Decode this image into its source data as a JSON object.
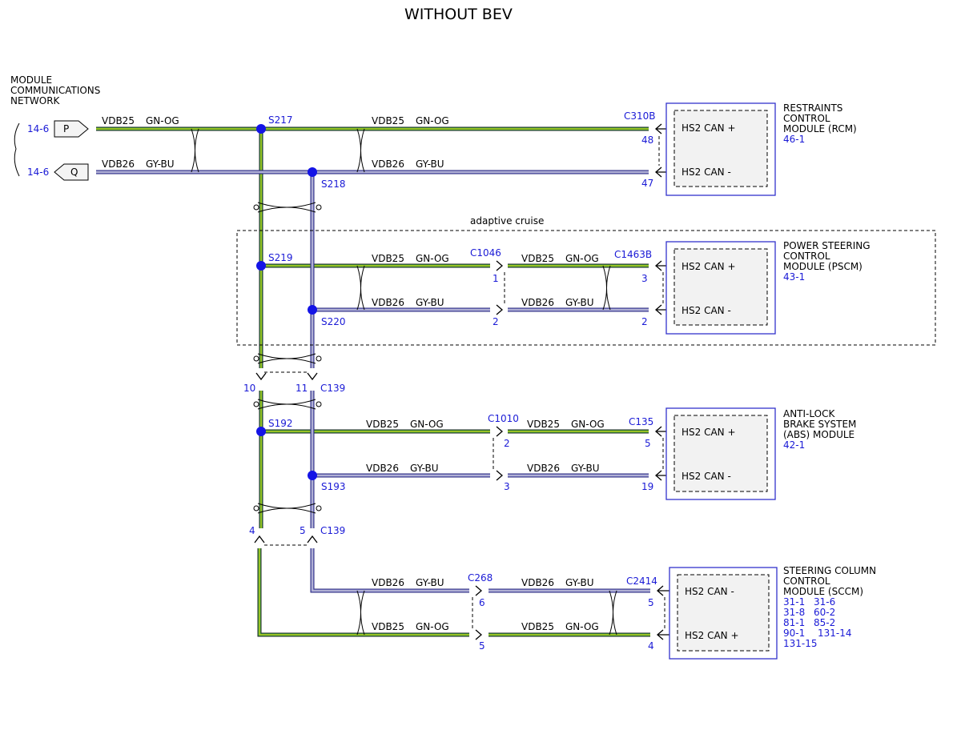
{
  "title": "WITHOUT BEV",
  "network_label": [
    "MODULE",
    "COMMUNICATIONS",
    "NETWORK"
  ],
  "connectors": {
    "p": {
      "letter": "P",
      "ref": "14-6"
    },
    "q": {
      "letter": "Q",
      "ref": "14-6"
    }
  },
  "wires": {
    "vdb25": "VDB25",
    "vdb26": "GY-BU",
    "vdb25_name": "VDB25",
    "vdb26_name": "VDB26",
    "gn_og": "GN-OG",
    "gy_bu": "GY-BU"
  },
  "splices": [
    "S217",
    "S218",
    "S219",
    "S220",
    "S192",
    "S193"
  ],
  "inline_connectors": {
    "c310b": "C310B",
    "c1046": "C1046",
    "c1463b": "C1463B",
    "c139": "C139",
    "c1010": "C1010",
    "c135": "C135",
    "c268": "C268",
    "c2414": "C2414"
  },
  "pins": {
    "rcm_p": "48",
    "rcm_q": "47",
    "c1046_a": "1",
    "c1046_b": "2",
    "pscm_a": "3",
    "pscm_b": "2",
    "c139_top_a": "10",
    "c139_top_b": "11",
    "c1010_a": "2",
    "c1010_b": "3",
    "abs_a": "5",
    "abs_b": "19",
    "c139_bot_a": "4",
    "c139_bot_b": "5",
    "c268_a": "6",
    "c268_b": "5",
    "sccm_a": "5",
    "sccm_b": "4"
  },
  "optional_group": "adaptive cruise",
  "modules": {
    "rcm": {
      "lines": [
        "RESTRAINTS",
        "CONTROL",
        "MODULE (RCM)"
      ],
      "ref": "46-1",
      "pin_top": "HS2 CAN +",
      "pin_bottom": "HS2 CAN -"
    },
    "pscm": {
      "lines": [
        "POWER STEERING",
        "CONTROL",
        "MODULE (PSCM)"
      ],
      "ref": "43-1",
      "pin_top": "HS2 CAN +",
      "pin_bottom": "HS2 CAN -"
    },
    "abs": {
      "lines": [
        "ANTI-LOCK",
        "BRAKE SYSTEM",
        "(ABS) MODULE"
      ],
      "ref": "42-1",
      "pin_top": "HS2 CAN +",
      "pin_bottom": "HS2 CAN -"
    },
    "sccm": {
      "lines": [
        "STEERING COLUMN",
        "CONTROL",
        "MODULE (SCCM)"
      ],
      "refs": [
        "31-1",
        "31-6",
        "31-8",
        "60-2",
        "81-1",
        "85-2",
        "90-1",
        "131-14",
        "131-15"
      ],
      "pin_top": "HS2 CAN -",
      "pin_bottom": "HS2 CAN +"
    }
  }
}
